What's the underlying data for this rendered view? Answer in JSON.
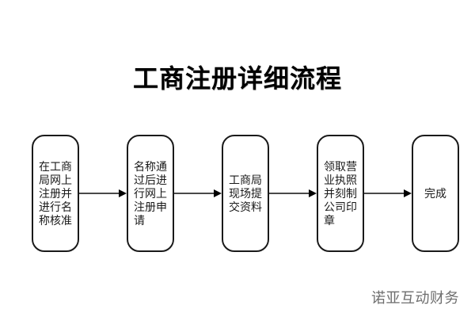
{
  "title": "工商注册详细流程",
  "flow": {
    "steps": [
      {
        "name": "register-online-name-check",
        "label_lines": [
          "在工商",
          "局网上",
          "注册并",
          "进行名",
          "称核准"
        ]
      },
      {
        "name": "online-registration-application",
        "label_lines": [
          "名称通",
          "过后进",
          "行网上",
          "注册申",
          "请"
        ]
      },
      {
        "name": "submit-materials-onsite",
        "label_lines": [
          "工商局",
          "现场提",
          "交资料"
        ]
      },
      {
        "name": "get-license-and-seals",
        "label_lines": [
          "领取营",
          "业执照",
          "并刻制",
          "公司印",
          "章"
        ]
      },
      {
        "name": "done",
        "label_lines": [
          "完成"
        ]
      }
    ]
  },
  "footer": {
    "brand": "诺亚互动财务"
  },
  "colors": {
    "background": "#ffffff",
    "title_text": "#000000",
    "box_border": "#1a1a1a",
    "box_text": "#1a1a1a",
    "arrow_line": "#4a4a4a",
    "arrow_head": "#000000",
    "footer_text": "#6e6e6e"
  }
}
